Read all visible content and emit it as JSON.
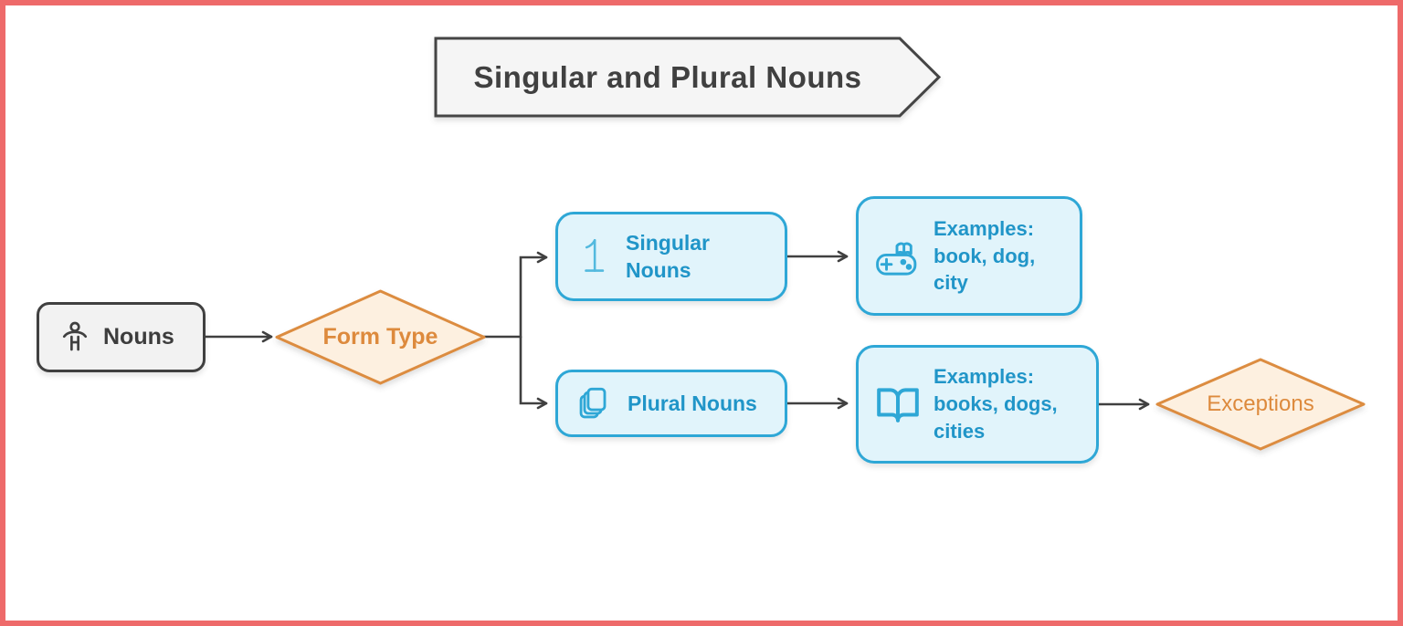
{
  "colors": {
    "page_border": "#ee6a6a",
    "background": "#ffffff",
    "gray_fill": "#f2f2f2",
    "gray_border": "#404040",
    "gray_text": "#3d3d3d",
    "blue_fill": "#e1f4fb",
    "blue_border": "#2ea7d6",
    "blue_text": "#2095c8",
    "blue_icon_light": "#53b9de",
    "orange_fill": "#fdf0e0",
    "orange_border": "#dc8c3f",
    "orange_text": "#dd8a3d",
    "connector": "#404040"
  },
  "title_banner": {
    "label": "Singular and Plural Nouns"
  },
  "nodes": {
    "nouns": {
      "label": "Nouns",
      "icon": "person-icon"
    },
    "form_type": {
      "label": "Form Type"
    },
    "singular_nouns": {
      "label": "Singular\nNouns",
      "icon": "number-one-icon"
    },
    "plural_nouns": {
      "label": "Plural Nouns",
      "icon": "stacked-pages-icon"
    },
    "singular_examples": {
      "label": "Examples:\nbook, dog,\ncity",
      "icon": "game-controller-icon"
    },
    "plural_examples": {
      "label": "Examples:\nbooks, dogs,\ncities",
      "icon": "open-book-icon"
    },
    "exceptions": {
      "label": "Exceptions"
    }
  }
}
